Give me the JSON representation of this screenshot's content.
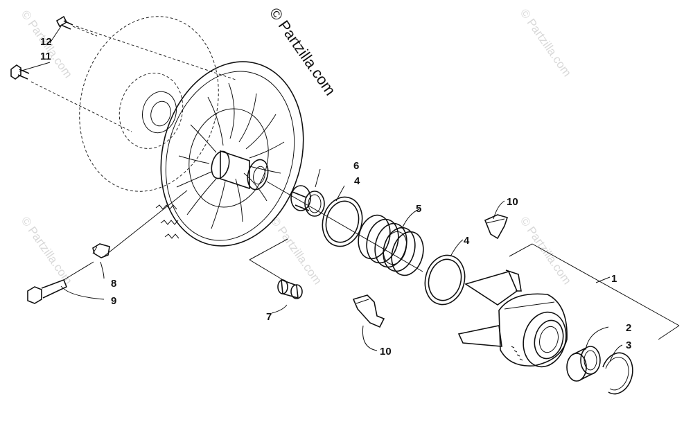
{
  "watermark": {
    "main": "© Partzilla.com",
    "repeat": "© Partzilla.com"
  },
  "callouts": {
    "c1": "1",
    "c2": "2",
    "c3": "3",
    "c4a": "4",
    "c4b": "4",
    "c5": "5",
    "c6": "6",
    "c7": "7",
    "c8": "8",
    "c9": "9",
    "c10a": "10",
    "c10b": "10",
    "c11": "11",
    "c12": "12"
  },
  "colors": {
    "line": "#111111",
    "watermark": "#d9d9d9",
    "background": "#ffffff"
  }
}
